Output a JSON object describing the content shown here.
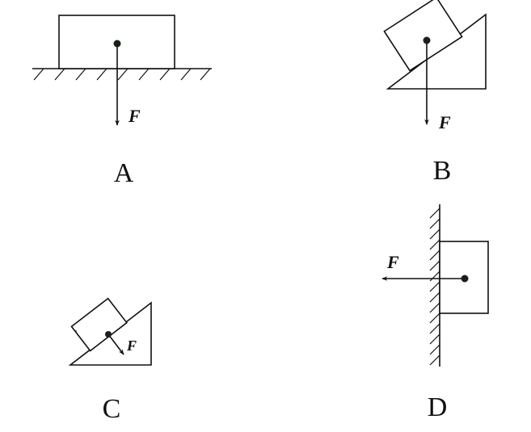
{
  "panels": [
    {
      "id": "A",
      "option_label": "A",
      "force_label": "F"
    },
    {
      "id": "B",
      "option_label": "B",
      "force_label": "F"
    },
    {
      "id": "C",
      "option_label": "C",
      "force_label": "F"
    },
    {
      "id": "D",
      "option_label": "D",
      "force_label": "F"
    }
  ]
}
